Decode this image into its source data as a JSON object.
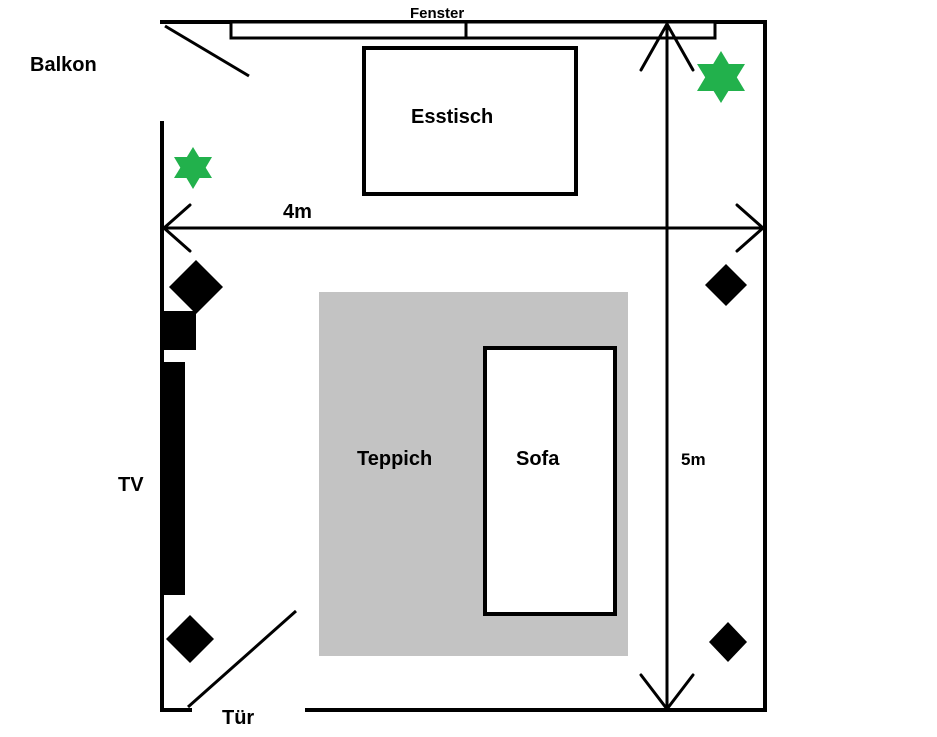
{
  "diagram": {
    "colors": {
      "wall": "#000000",
      "background": "#ffffff",
      "rug": "#c3c3c3",
      "plant": "#22b14c"
    },
    "labels": {
      "window": "Fenster",
      "balcony": "Balkon",
      "dining_table": "Esstisch",
      "rug": "Teppich",
      "sofa": "Sofa",
      "tv": "TV",
      "door": "Tür",
      "width": "4m",
      "length": "5m"
    },
    "icons": {
      "plant": "star-of-david-plant-icon",
      "speaker": "diamond-speaker-icon"
    }
  }
}
